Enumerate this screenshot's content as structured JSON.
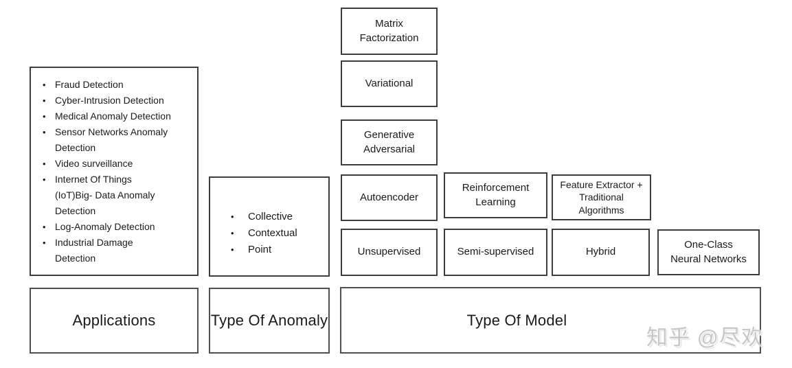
{
  "diagram": {
    "applications": {
      "label": "Applications",
      "items": [
        "Fraud Detection",
        "Cyber-Intrusion Detection",
        "Medical Anomaly Detection",
        "Sensor Networks Anomaly\nDetection",
        "Video surveillance",
        "Internet Of Things\n(IoT)Big- Data  Anomaly\nDetection",
        "Log-Anomaly Detection",
        "Industrial Damage\nDetection"
      ],
      "bullet": "•"
    },
    "anomaly_types": {
      "label": "Type Of Anomaly",
      "items": [
        "Collective",
        "Contextual",
        "Point"
      ],
      "bullet": "•"
    },
    "model_types": {
      "label": "Type Of Model",
      "boxes": {
        "matrix_factorization": "Matrix\nFactorization",
        "variational": "Variational",
        "generative_adversarial": "Generative\nAdversarial",
        "autoencoder": "Autoencoder",
        "reinforcement_learning": "Reinforcement\nLearning",
        "feature_extractor": "Feature Extractor +\nTraditional\nAlgorithms",
        "unsupervised": "Unsupervised",
        "semi_supervised": "Semi-supervised",
        "hybrid": "Hybrid",
        "one_class": "One-Class\nNeural Networks"
      }
    },
    "watermark": "知乎 @尽欢",
    "colors": {
      "background": "#ffffff",
      "box_border": "#3d3d3d",
      "category_border": "#4f4f4f",
      "text": "#1a1a1a",
      "watermark": "#c7c7c7"
    }
  }
}
